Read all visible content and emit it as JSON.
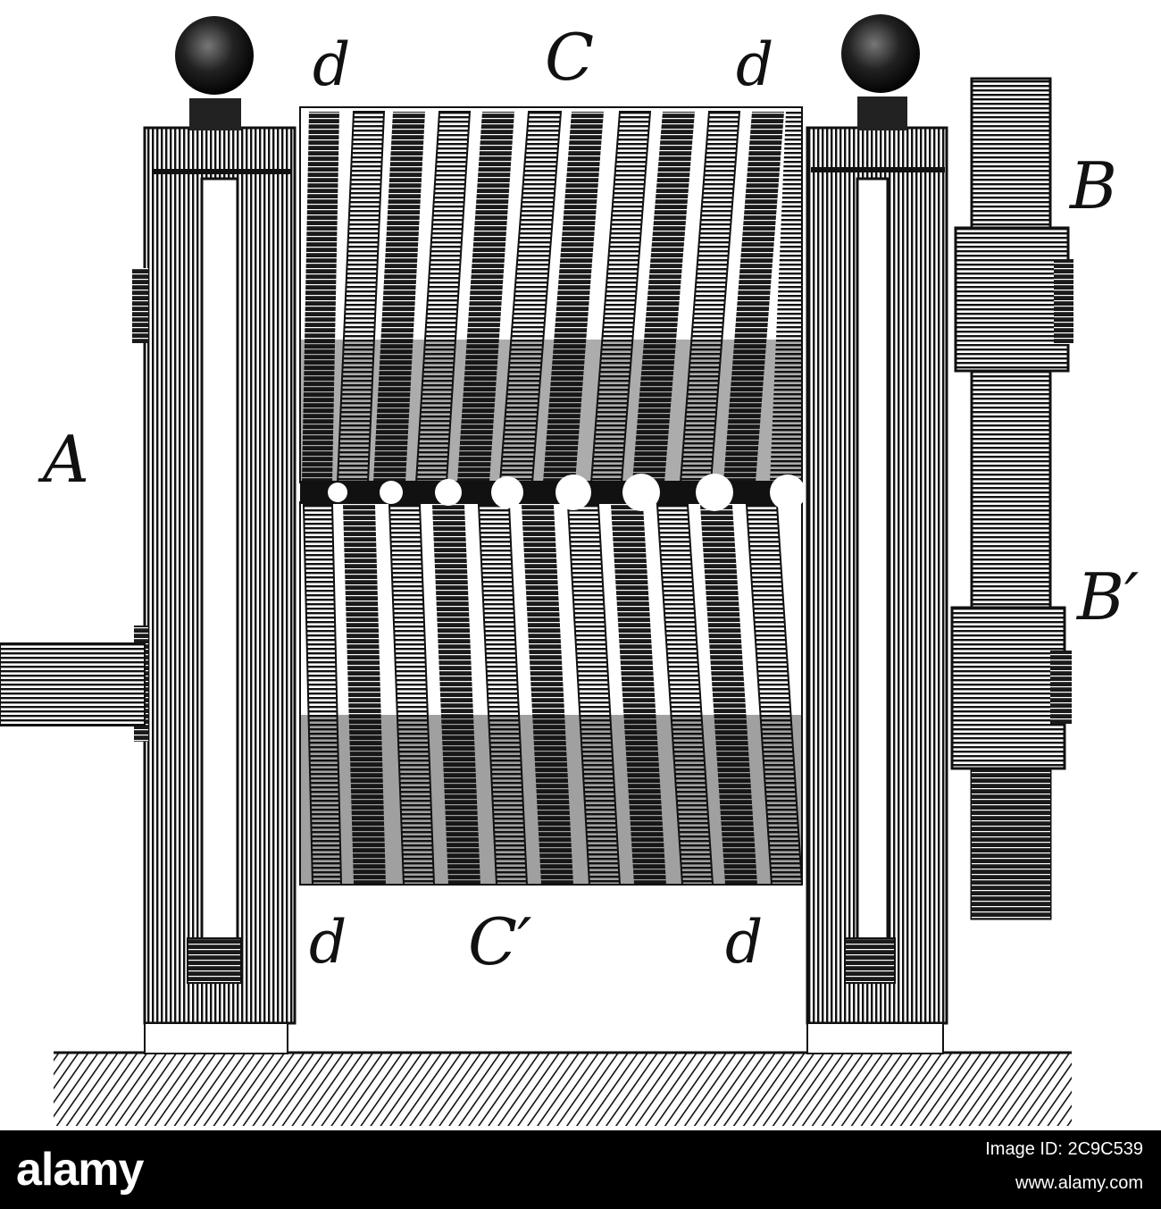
{
  "diagram": {
    "labels": {
      "A": "A",
      "B": "B",
      "B_prime": "B′",
      "C": "C",
      "C_prime": "C′",
      "d": "d"
    }
  },
  "footer": {
    "logo": "alamy",
    "image_id": "Image ID: 2C9C539",
    "site": "www.alamy.com"
  }
}
